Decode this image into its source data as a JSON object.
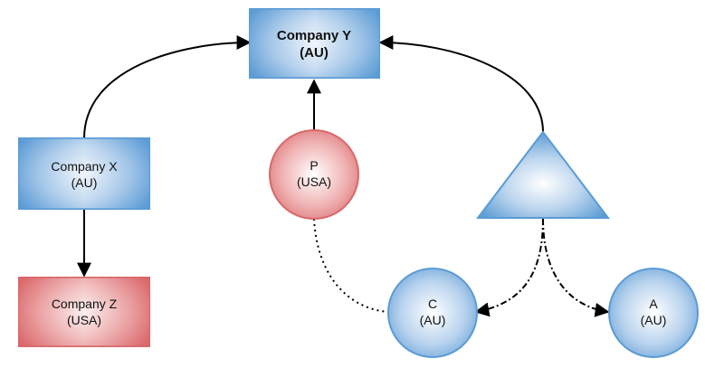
{
  "nodes": {
    "company_y": {
      "line1": "Company Y",
      "line2": "(AU)",
      "shape": "rectangle",
      "fill": "#5b9bd5",
      "bold": true
    },
    "company_x": {
      "line1": "Company X",
      "line2": "(AU)",
      "shape": "rectangle",
      "fill": "#5b9bd5"
    },
    "company_z": {
      "line1": "Company Z",
      "line2": "(USA)",
      "shape": "rectangle",
      "fill": "#d9676a"
    },
    "p": {
      "line1": "P",
      "line2": "(USA)",
      "shape": "circle",
      "fill": "#d9676a"
    },
    "c": {
      "line1": "C",
      "line2": "(AU)",
      "shape": "circle",
      "fill": "#5b9bd5"
    },
    "a": {
      "line1": "A",
      "line2": "(AU)",
      "shape": "circle",
      "fill": "#5b9bd5"
    },
    "trust": {
      "shape": "triangle",
      "fill": "#5b9bd5"
    }
  },
  "edges": [
    {
      "from": "company_x",
      "to": "company_y",
      "style": "solid",
      "arrow": true
    },
    {
      "from": "p",
      "to": "company_y",
      "style": "solid",
      "arrow": true
    },
    {
      "from": "trust",
      "to": "company_y",
      "style": "solid",
      "arrow": true
    },
    {
      "from": "company_x",
      "to": "company_z",
      "style": "solid",
      "arrow": true
    },
    {
      "from": "p",
      "to": "c",
      "style": "dotted",
      "arrow": false
    },
    {
      "from": "trust",
      "to": "c",
      "style": "dash-dot",
      "arrow": true
    },
    {
      "from": "trust",
      "to": "a",
      "style": "dash-dot",
      "arrow": true
    }
  ]
}
